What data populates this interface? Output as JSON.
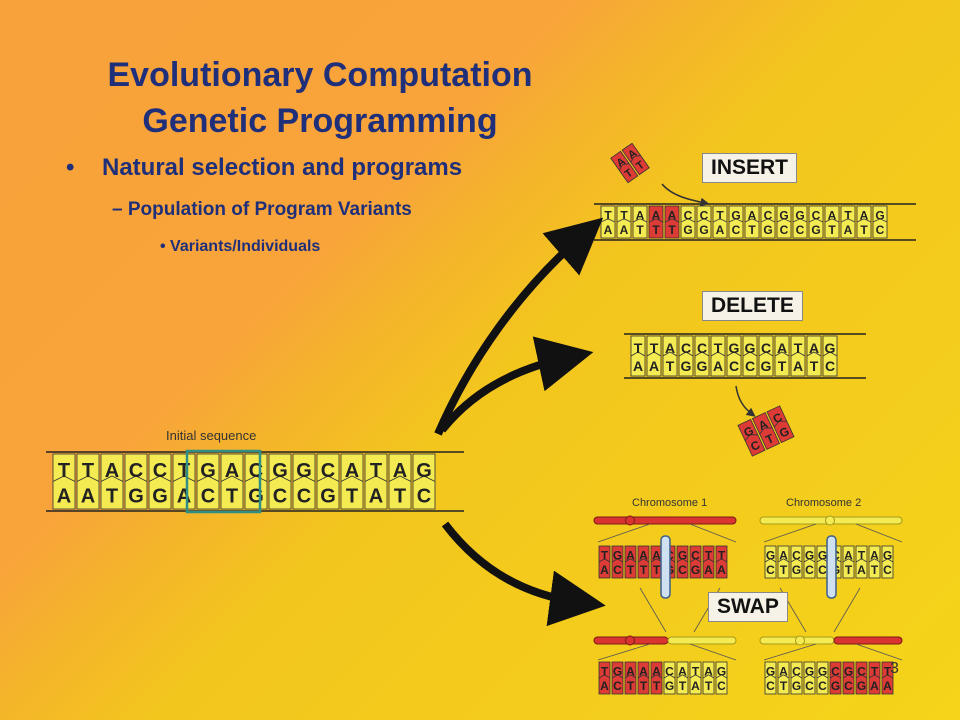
{
  "slide": {
    "title_line1": "Evolutionary Computation",
    "title_line2": "Genetic Programming",
    "bullet1": "Natural selection and programs",
    "bullet2": "Population of Program Variants",
    "bullet3": "Variants/Individuals",
    "page_number": "3"
  },
  "diagram": {
    "initial_caption": "Initial sequence",
    "insert_label": "INSERT",
    "delete_label": "DELETE",
    "swap_label": "SWAP",
    "chromosome1_caption": "Chromosome 1",
    "chromosome2_caption": "Chromosome 2",
    "initial_top": "TTACCTGACGGCATAG",
    "initial_bottom": "AATGGACTGCCGTATC",
    "insert_top": "TTAAACCTGACGGCATAG",
    "insert_bottom": "AATTTGGACTGCCGTATC",
    "insert_fragment_top": "AA",
    "insert_fragment_bottom": "TT",
    "delete_top": "TTACCTGGCATAG",
    "delete_bottom": "AATGGACCGTATC",
    "delete_fragment_top": "GAC",
    "delete_fragment_bottom": "CTG",
    "chr1_before_top": "TGAAACGCTT",
    "chr1_before_bottom": "ACTTTGCGAA",
    "chr2_before_top": "GACGGCATAG",
    "chr2_before_bottom": "CTGCCGTATC",
    "chr1_after_top": "TGAAACATAG",
    "chr1_after_bottom": "ACTTTGTATC",
    "chr2_after_top": "GACGGCGCTT",
    "chr2_after_bottom": "CTGCCGCGAA",
    "colors": {
      "title": "#1f2f7a",
      "yellow_base": "#f4ea52",
      "red_base": "#dc3b36",
      "highlight_box": "#2f8f86",
      "arrow": "#111111"
    }
  }
}
